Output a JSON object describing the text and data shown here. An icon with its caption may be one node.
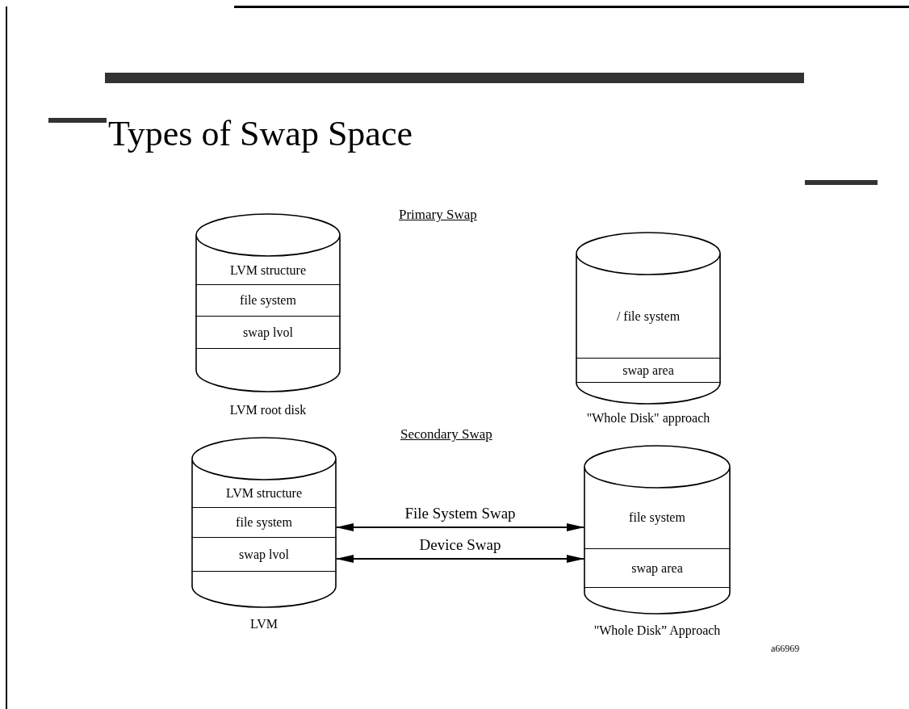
{
  "diagram": {
    "title": "Types of Swap Space",
    "nodes": [
      {
        "text": [],
        "shape": "cylinder",
        "beside": [
          "LVM root disk"
        ]
      },
      {
        "text": [
          "LVM structure"
        ],
        "in": 0
      },
      {
        "text": [
          "file system"
        ],
        "in": 0
      },
      {
        "text": [
          "swap lvol"
        ],
        "in": 0
      },
      {
        "text": [],
        "shape": "cylinder",
        "beside": [
          "\"Whole Disk\" approach"
        ]
      },
      {
        "text": [
          "/ file system"
        ],
        "in": 4
      },
      {
        "text": [
          "swap area"
        ],
        "in": 4
      },
      {
        "text": [],
        "shape": "cylinder",
        "beside": [
          "LVM"
        ]
      },
      {
        "text": [
          "LVM structure"
        ],
        "in": 7
      },
      {
        "text": [
          "file system"
        ],
        "in": 7
      },
      {
        "text": [
          "swap lvol"
        ],
        "in": 7
      },
      {
        "text": [],
        "shape": "cylinder",
        "beside": [
          "\"Whole Disk” Approach"
        ]
      },
      {
        "text": [
          "file system"
        ],
        "in": 11
      },
      {
        "text": [
          "swap area"
        ],
        "in": 11
      }
    ],
    "edges": [
      {
        "from": 7,
        "to": 11,
        "arrow": "both",
        "label": "File System Swap"
      },
      {
        "from": 7,
        "to": 11,
        "arrow": "both",
        "label": "Device Swap"
      }
    ],
    "labels": [
      "Primary Swap",
      "Secondary Swap",
      "a66969"
    ]
  }
}
